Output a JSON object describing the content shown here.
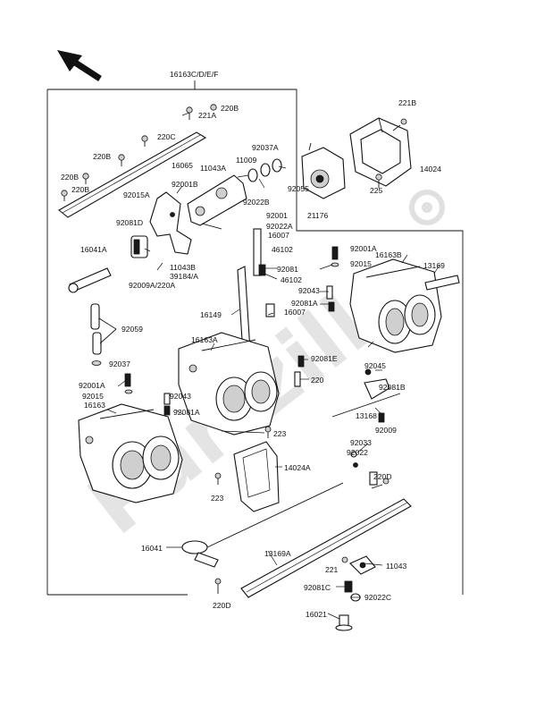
{
  "watermark": "Partzilla",
  "labels": {
    "l1": "16163C/D/E/F",
    "l2": "220B",
    "l3": "221A",
    "l4": "220C",
    "l5": "220B",
    "l6": "16065",
    "l7": "220B",
    "l8": "220B",
    "l9": "92015A",
    "l10": "92001B",
    "l11": "11043A",
    "l12": "11009",
    "l13": "92037A",
    "l14": "92022B",
    "l15": "92055",
    "l16": "21176",
    "l17": "221B",
    "l18": "14024",
    "l19": "225",
    "l20": "92081D",
    "l21": "92001",
    "l22": "92022A",
    "l23": "16007",
    "l24": "46102",
    "l25": "16041A",
    "l26": "11043B",
    "l27": "39184/A",
    "l28": "92009A/220A",
    "l29": "92001A",
    "l30": "92015",
    "l31": "16163B",
    "l32": "13169",
    "l33": "92081",
    "l34": "46102",
    "l35": "92043",
    "l36": "92081A",
    "l37": "16149",
    "l38": "16007",
    "l39": "92059",
    "l40": "16163A",
    "l41": "92037",
    "l42": "92081E",
    "l43": "92045",
    "l44": "92081B",
    "l45": "92001A",
    "l46": "220",
    "l47": "92015",
    "l48": "92043",
    "l49": "16163",
    "l50": "92081A",
    "l51": "13168",
    "l52": "92009",
    "l53": "223",
    "l54": "92033",
    "l55": "92022",
    "l56": "14024A",
    "l57": "220D",
    "l58": "223",
    "l59": "16041",
    "l60": "13169A",
    "l61": "221",
    "l62": "11043",
    "l63": "92081C",
    "l64": "92022C",
    "l65": "220D",
    "l66": "16021"
  }
}
